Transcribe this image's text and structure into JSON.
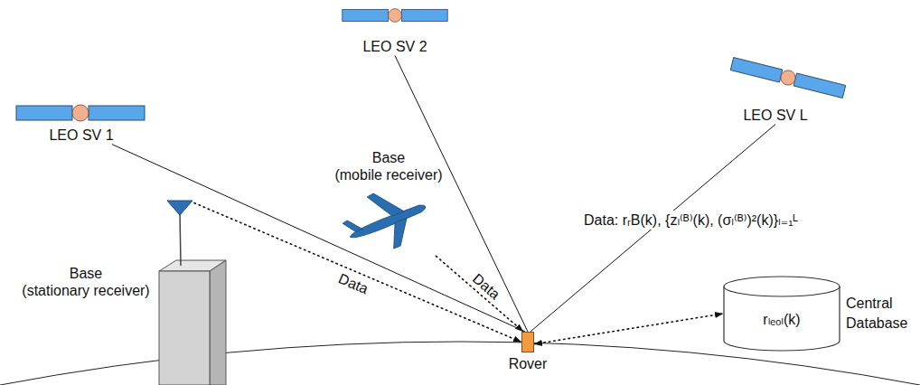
{
  "diagram": {
    "nodes": [
      {
        "text": [
          "LEO SV 1"
        ]
      },
      {
        "text": [
          "LEO SV 2"
        ]
      },
      {
        "text": [
          "LEO SV L"
        ]
      },
      {
        "text": [
          "Base",
          "(mobile receiver)"
        ]
      },
      {
        "text": [
          "Base",
          "(stationary receiver)"
        ]
      },
      {
        "text": [
          "Rover"
        ]
      },
      {
        "text": [
          "rₗₑₒₗ(k)",
          "Central Database"
        ]
      }
    ],
    "edges": [
      {
        "from": 0,
        "to": 5,
        "arrow": "none"
      },
      {
        "from": 1,
        "to": 5,
        "arrow": "none"
      },
      {
        "from": 2,
        "to": 5,
        "arrow": "none"
      },
      {
        "from": 3,
        "to": 5,
        "label": "Data",
        "arrow": "to"
      },
      {
        "from": 4,
        "to": 5,
        "label": "Data",
        "arrow": "to"
      },
      {
        "from": 5,
        "to": 6,
        "arrow": "both"
      }
    ],
    "labels": [
      "Data: rᵣB(k), {zₗ⁽ᴮ⁾(k), (σₗ⁽ᴮ⁾)²(k)}ₗ₌₁ᴸ"
    ]
  }
}
